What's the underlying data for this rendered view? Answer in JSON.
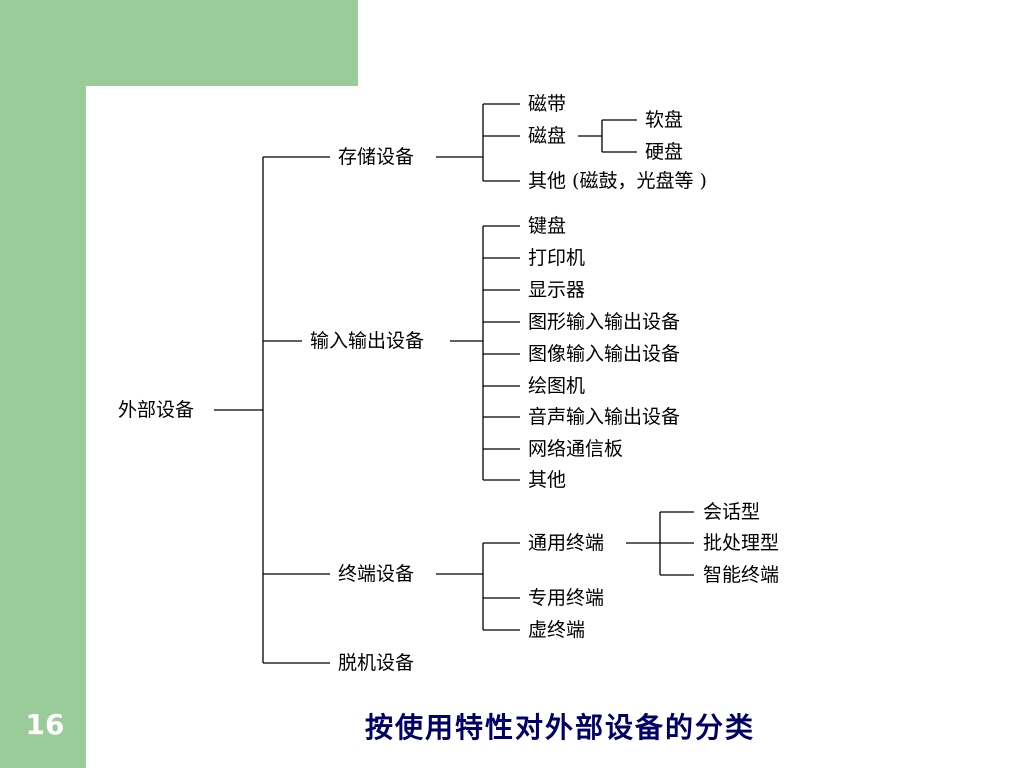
{
  "slide": {
    "number": "16",
    "caption": "按使用特性对外部设备的分类"
  },
  "tree": {
    "root": "外部设备",
    "storage": {
      "label": "存储设备",
      "tape": "磁带",
      "disk": "磁盘",
      "floppy": "软盘",
      "hard": "硬盘",
      "other": "其他 (磁鼓，光盘等 )"
    },
    "io": {
      "label": "输入输出设备",
      "items": [
        "键盘",
        "打印机",
        "显示器",
        "图形输入输出设备",
        "图像输入输出设备",
        "绘图机",
        "音声输入输出设备",
        "网络通信板",
        "其他"
      ]
    },
    "terminal": {
      "label": "终端设备",
      "general": "通用终端",
      "session": "会话型",
      "batch": "批处理型",
      "smart": "智能终端",
      "dedicated": "专用终端",
      "virtual": "虚终端"
    },
    "offline": {
      "label": "脱机设备"
    }
  },
  "colors": {
    "green": "#99cc99",
    "caption": "#000066"
  }
}
